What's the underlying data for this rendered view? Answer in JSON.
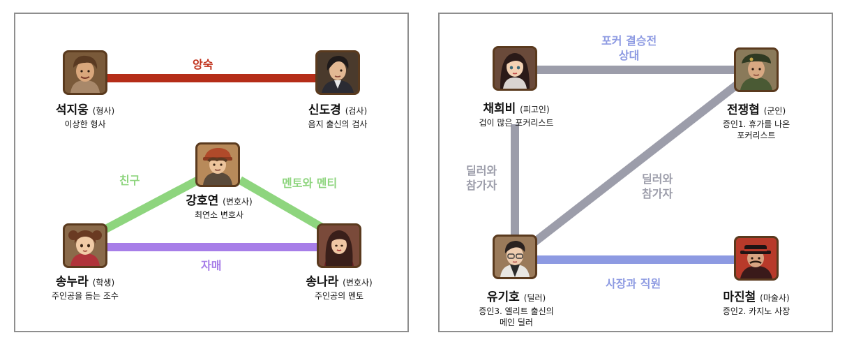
{
  "left_panel": {
    "characters": {
      "seok": {
        "name": "석지웅",
        "role": "(형사)",
        "desc": [
          "이상한 형사"
        ]
      },
      "shin": {
        "name": "신도경",
        "role": "(검사)",
        "desc": [
          "음지 출신의 검사"
        ]
      },
      "kang": {
        "name": "강호연",
        "role": "(변호사)",
        "desc": [
          "최연소 변호사"
        ]
      },
      "songnura": {
        "name": "송누라",
        "role": "(학생)",
        "desc": [
          "주인공을 돕는 조수"
        ]
      },
      "songnara": {
        "name": "송나라",
        "role": "(변호사)",
        "desc": [
          "주인공의 멘토"
        ]
      }
    },
    "relations": {
      "rival": {
        "label": [
          "앙숙"
        ],
        "color": "#b52d18"
      },
      "friend": {
        "label": [
          "친구"
        ],
        "color": "#8ed57e"
      },
      "mentor": {
        "label": [
          "멘토와 멘티"
        ],
        "color": "#8ed57e"
      },
      "sisters": {
        "label": [
          "자매"
        ],
        "color": "#a77ee8"
      }
    }
  },
  "right_panel": {
    "characters": {
      "chae": {
        "name": "채희비",
        "role": "(피고인)",
        "desc": [
          "겁이 많은 포커리스트"
        ]
      },
      "jeon": {
        "name": "전쟁협",
        "role": "(군인)",
        "desc": [
          "증인1. 휴가를 나온",
          "포커리스트"
        ]
      },
      "yu": {
        "name": "유기호",
        "role": "(딜러)",
        "desc": [
          "증인3. 엘리트 출신의",
          "메인 딜러"
        ]
      },
      "ma": {
        "name": "마진철",
        "role": "(마술사)",
        "desc": [
          "증인2. 카지노 사장"
        ]
      }
    },
    "relations": {
      "poker": {
        "label": [
          "포커 결승전",
          "상대"
        ],
        "color": "#9c9daa",
        "label_color": "#8d9ae2"
      },
      "dealer_left": {
        "label": [
          "딜러와",
          "참가자"
        ],
        "color": "#9c9daa"
      },
      "dealer_diag": {
        "label": [
          "딜러와",
          "참가자"
        ],
        "color": "#9c9daa"
      },
      "boss": {
        "label": [
          "사장과 직원"
        ],
        "color": "#8d9ae2"
      }
    }
  }
}
